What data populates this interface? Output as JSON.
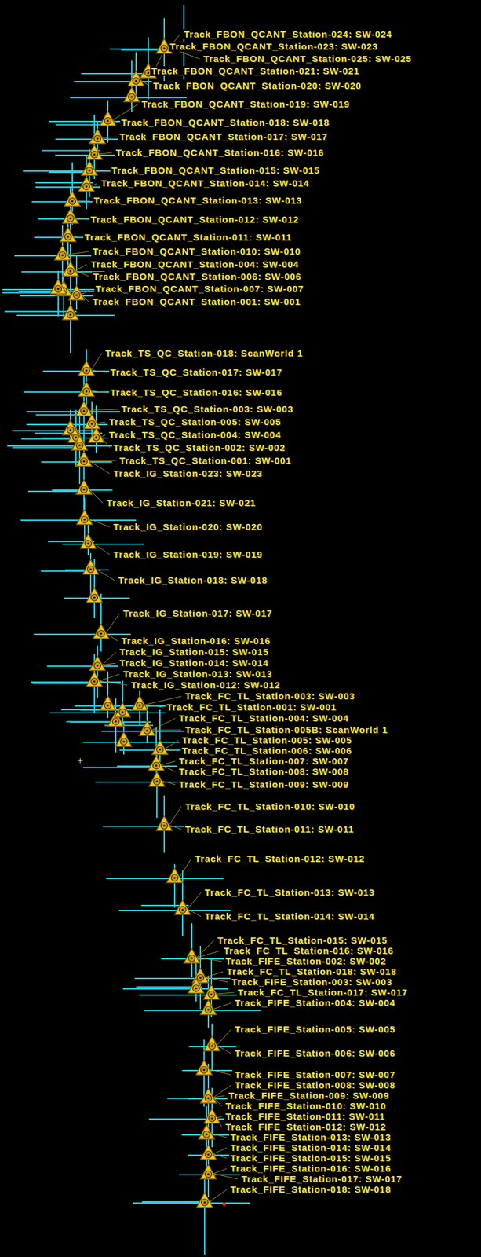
{
  "diagram": {
    "labels": [
      "Track_FBON_QCANT_Station-024: SW-024",
      "Track_FBON_QCANT_Station-023: SW-023",
      "Track_FBON_QCANT_Station-025: SW-025",
      "Track_FBON_QCANT_Station-021: SW-021",
      "Track_FBON_QCANT_Station-020: SW-020",
      "Track_FBON_QCANT_Station-019: SW-019",
      "Track_FBON_QCANT_Station-018: SW-018",
      "Track_FBON_QCANT_Station-017: SW-017",
      "Track_FBON_QCANT_Station-016: SW-016",
      "Track_FBON_QCANT_Station-015: SW-015",
      "Track_FBON_QCANT_Station-014: SW-014",
      "Track_FBON_QCANT_Station-013: SW-013",
      "Track_FBON_QCANT_Station-012: SW-012",
      "Track_FBON_QCANT_Station-011: SW-011",
      "Track_FBON_QCANT_Station-010: SW-010",
      "Track_FBON_QCANT_Station-004: SW-004",
      "Track_FBON_QCANT_Station-006: SW-006",
      "Track_FBON_QCANT_Station-007: SW-007",
      "Track_FBON_QCANT_Station-001: SW-001",
      "Track_TS_QC_Station-018: ScanWorld 1",
      "Track_TS_QC_Station-017: SW-017",
      "Track_TS_QC_Station-016: SW-016",
      "Track_TS_QC_Station-003: SW-003",
      "Track_TS_QC_Station-005: SW-005",
      "Track_TS_QC_Station-004: SW-004",
      "Track_TS_QC_Station-002: SW-002",
      "Track_TS_QC_Station-001: SW-001",
      "Track_IG_Station-023: SW-023",
      "Track_IG_Station-021: SW-021",
      "Track_IG_Station-020: SW-020",
      "Track_IG_Station-019: SW-019",
      "Track_IG_Station-018: SW-018",
      "Track_IG_Station-017: SW-017",
      "Track_IG_Station-016: SW-016",
      "Track_IG_Station-015: SW-015",
      "Track_IG_Station-014: SW-014",
      "Track_IG_Station-013: SW-013",
      "Track_IG_Station-012: SW-012",
      "Track_FC_TL_Station-003: SW-003",
      "Track_FC_TL_Station-001: SW-001",
      "Track_FC_TL_Station-004: SW-004",
      "Track_FC_TL_Station-005B: ScanWorld 1",
      "Track_FC_TL_Station-005: SW-005",
      "Track_FC_TL_Station-006: SW-006",
      "Track_FC_TL_Station-007: SW-007",
      "Track_FC_TL_Station-008: SW-008",
      "Track_FC_TL_Station-009: SW-009",
      "Track_FC_TL_Station-010: SW-010",
      "Track_FC_TL_Station-011: SW-011",
      "Track_FC_TL_Station-012: SW-012",
      "Track_FC_TL_Station-013: SW-013",
      "Track_FC_TL_Station-014: SW-014",
      "Track_FC_TL_Station-015: SW-015",
      "Track_FC_TL_Station-016: SW-016",
      "Track_FIFE_Station-002: SW-002",
      "Track_FC_TL_Station-018: SW-018",
      "Track_FIFE_Station-003: SW-003",
      "Track_FC_TL_Station-017: SW-017",
      "Track_FIFE_Station-004: SW-004",
      "Track_FIFE_Station-005: SW-005",
      "Track_FIFE_Station-006: SW-006",
      "Track_FIFE_Station-007: SW-007",
      "Track_FIFE_Station-008: SW-008",
      "Track_FIFE_Station-009: SW-009",
      "Track_FIFE_Station-010: SW-010",
      "Track_FIFE_Station-011: SW-011",
      "Track_FIFE_Station-012: SW-012",
      "Track_FIFE_Station-013: SW-013",
      "Track_FIFE_Station-014: SW-014",
      "Track_FIFE_Station-015: SW-015",
      "Track_FIFE_Station-016: SW-016",
      "Track_FIFE_Station-017: SW-017",
      "Track_FIFE_Station-018: SW-018"
    ]
  }
}
